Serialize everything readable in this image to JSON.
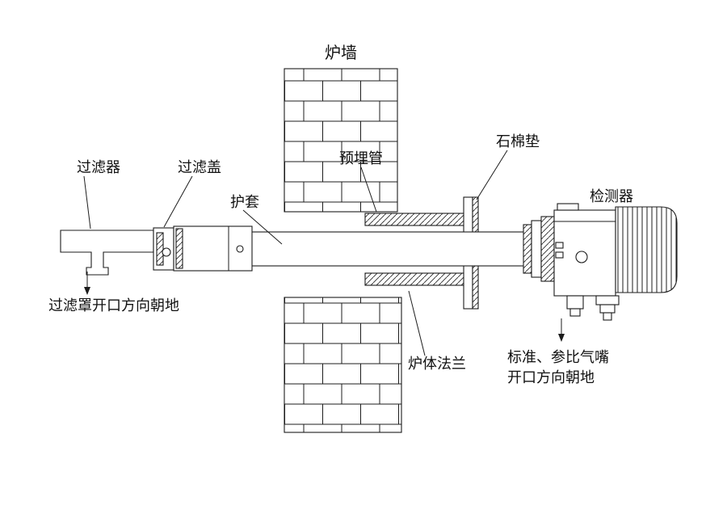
{
  "diagram": {
    "title": "炉墙",
    "labels": {
      "furnace_wall": "炉墙",
      "embedded_pipe": "预埋管",
      "asbestos_gasket": "石棉垫",
      "detector": "检测器",
      "filter": "过滤器",
      "filter_cover": "过滤盖",
      "sheath": "护套",
      "filter_opening_note": "过滤罩开口方向朝地",
      "furnace_flange": "炉体法兰",
      "gas_nozzle_note_line1": "标准、参比气嘴",
      "gas_nozzle_note_line2": "开口方向朝地"
    },
    "colors": {
      "line": "#1c1c1c",
      "background": "#ffffff"
    }
  }
}
